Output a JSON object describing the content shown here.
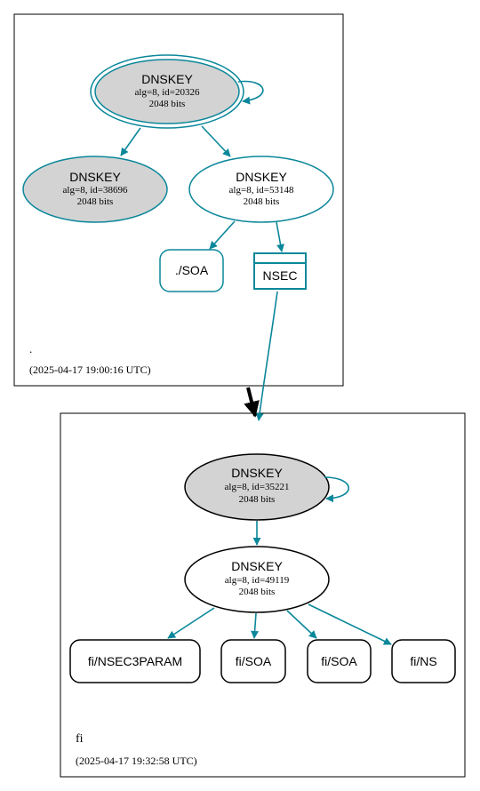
{
  "colors": {
    "edge": "#0a879a",
    "border": "#000000",
    "node_fill_gray": "#d3d3d3",
    "node_fill_white": "#ffffff"
  },
  "zones": [
    {
      "name": ".",
      "timestamp": "(2025-04-17 19:00:16 UTC)",
      "nodes": [
        {
          "id": "root-ksk",
          "type": "DNSKEY",
          "title": "DNSKEY",
          "detail": "alg=8, id=20326",
          "size": "2048 bits",
          "trust_anchor": true,
          "filled": true
        },
        {
          "id": "root-key-38696",
          "type": "DNSKEY",
          "title": "DNSKEY",
          "detail": "alg=8, id=38696",
          "size": "2048 bits",
          "filled": true
        },
        {
          "id": "root-zsk",
          "type": "DNSKEY",
          "title": "DNSKEY",
          "detail": "alg=8, id=53148",
          "size": "2048 bits",
          "filled": false
        },
        {
          "id": "root-soa",
          "type": "RRset",
          "label": "./SOA"
        },
        {
          "id": "root-nsec",
          "type": "NSEC",
          "label": "NSEC"
        }
      ]
    },
    {
      "name": "fi",
      "timestamp": "(2025-04-17 19:32:58 UTC)",
      "nodes": [
        {
          "id": "fi-ksk",
          "type": "DNSKEY",
          "title": "DNSKEY",
          "detail": "alg=8, id=35221",
          "size": "2048 bits",
          "filled": true
        },
        {
          "id": "fi-zsk",
          "type": "DNSKEY",
          "title": "DNSKEY",
          "detail": "alg=8, id=49119",
          "size": "2048 bits",
          "filled": false
        },
        {
          "id": "fi-nsec3param",
          "type": "RRset",
          "label": "fi/NSEC3PARAM"
        },
        {
          "id": "fi-soa-1",
          "type": "RRset",
          "label": "fi/SOA"
        },
        {
          "id": "fi-soa-2",
          "type": "RRset",
          "label": "fi/SOA"
        },
        {
          "id": "fi-ns",
          "type": "RRset",
          "label": "fi/NS"
        }
      ]
    }
  ],
  "edges": [
    {
      "from": "root-ksk",
      "to": "root-ksk"
    },
    {
      "from": "root-ksk",
      "to": "root-key-38696"
    },
    {
      "from": "root-ksk",
      "to": "root-zsk"
    },
    {
      "from": "root-zsk",
      "to": "root-soa"
    },
    {
      "from": "root-zsk",
      "to": "root-nsec"
    },
    {
      "from": "root-nsec",
      "to": "fi"
    },
    {
      "from": ".",
      "to": "fi",
      "style": "delegation"
    },
    {
      "from": "fi-ksk",
      "to": "fi-ksk"
    },
    {
      "from": "fi-ksk",
      "to": "fi-zsk"
    },
    {
      "from": "fi-zsk",
      "to": "fi-nsec3param"
    },
    {
      "from": "fi-zsk",
      "to": "fi-soa-1"
    },
    {
      "from": "fi-zsk",
      "to": "fi-soa-2"
    },
    {
      "from": "fi-zsk",
      "to": "fi-ns"
    }
  ]
}
